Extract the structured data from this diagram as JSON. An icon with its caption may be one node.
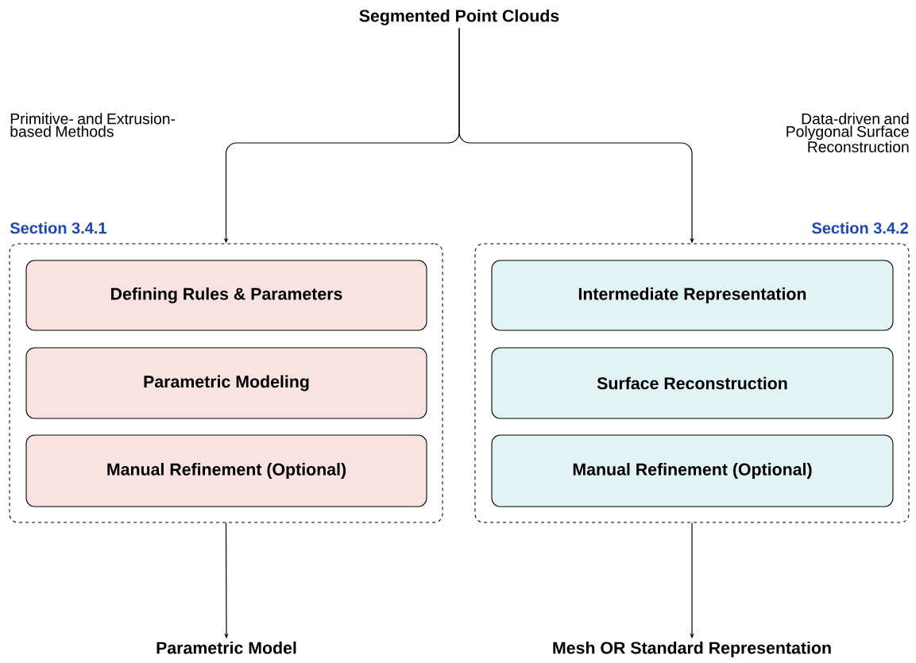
{
  "diagram": {
    "nodes": [
      {
        "text": [
          "Segmented Point Clouds"
        ]
      },
      {
        "text": [
          "Section 3.4.1"
        ]
      },
      {
        "text": [
          "Defining Rules & Parameters"
        ],
        "in": 1
      },
      {
        "text": [
          "Parametric Modeling"
        ],
        "in": 1
      },
      {
        "text": [
          "Manual Refinement (Optional)"
        ],
        "in": 1
      },
      {
        "text": [
          "Section 3.4.2"
        ]
      },
      {
        "text": [
          "Intermediate Representation"
        ],
        "in": 5
      },
      {
        "text": [
          "Surface Reconstruction"
        ],
        "in": 5
      },
      {
        "text": [
          "Manual Refinement (Optional)"
        ],
        "in": 5
      },
      {
        "text": [
          "Parametric Model"
        ]
      },
      {
        "text": [
          "Mesh OR Standard Representation"
        ]
      }
    ],
    "edges": [
      {
        "from": 0,
        "to": 1,
        "arrow": "to"
      },
      {
        "from": 0,
        "to": 5,
        "arrow": "to"
      },
      {
        "from": 1,
        "to": 9,
        "arrow": "to"
      },
      {
        "from": 5,
        "to": 10,
        "arrow": "to"
      }
    ],
    "labels": [
      "Primitive- and Extrusion-based Methods",
      "Data-driven and Polygonal Surface Reconstruction"
    ]
  }
}
